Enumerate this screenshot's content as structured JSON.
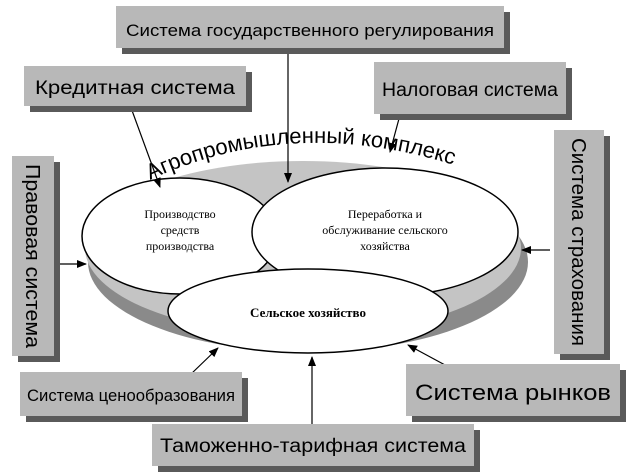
{
  "diagram": {
    "central_label": "Агропромышленный комплекс",
    "boxes": {
      "state_regulation": "Система государственного регулирования",
      "credit": "Кредитная система",
      "tax": "Налоговая система",
      "legal": "Правовая система",
      "insurance": "Система страхования",
      "pricing": "Система ценообразования",
      "markets": "Система рынков",
      "customs": "Таможенно-тарифная система"
    },
    "ellipses": {
      "production_line1": "Производство",
      "production_line2": "средств",
      "production_line3": "производства",
      "processing_line1": "Переработка и",
      "processing_line2": "обслуживание сельского",
      "processing_line3": "хозяйства",
      "agriculture": "Сельское хозяйство"
    },
    "colors": {
      "box_fill": "#b8b8b8",
      "box_shadow": "#5a5a5a",
      "platform_fill": "#c4c4c4",
      "platform_edge": "#8a8a8a",
      "ellipse_fill": "#ffffff"
    }
  }
}
